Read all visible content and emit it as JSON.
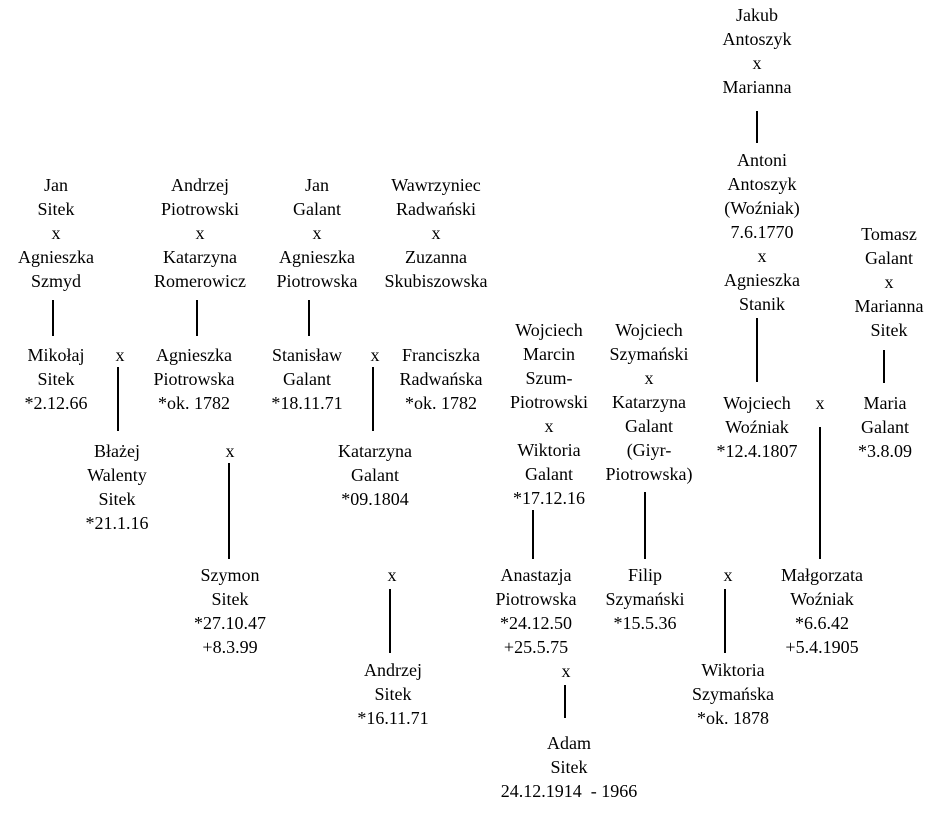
{
  "persons": {
    "jakub_antoszyk": "Jakub\nAntoszyk\nx\nMarianna",
    "antoni_antoszyk": "Antoni\nAntoszyk\n(Woźniak)\n7.6.1770\nx\nAgnieszka\nStanik",
    "tomasz_galant": "Tomasz\nGalant\nx\nMarianna\nSitek",
    "jan_sitek": "Jan\nSitek\nx\nAgnieszka\nSzmyd",
    "andrzej_piotrowski": "Andrzej\nPiotrowski\nx\nKatarzyna\nRomerowicz",
    "jan_galant": "Jan\nGalant\nx\nAgnieszka\nPiotrowska",
    "wawrzyniec_radwanski": "Wawrzyniec\nRadwański\nx\nZuzanna\nSkubiszowska",
    "mikolaj_sitek": "Mikołaj\nSitek\n*2.12.66",
    "agnieszka_piotrowska": "Agnieszka\nPiotrowska\n*ok. 1782",
    "stanislaw_galant": "Stanisław\nGalant\n*18.11.71",
    "franciszka_radwanska": "Franciszka\nRadwańska\n*ok. 1782",
    "wojciech_marcin": "Wojciech\nMarcin\nSzum-\nPiotrowski\nx\nWiktoria\nGalant\n*17.12.16",
    "wojciech_szymanski": "Wojciech\nSzymański\nx\nKatarzyna\nGalant\n(Giyr-\nPiotrowska)",
    "wojciech_wozniak": "Wojciech\nWoźniak\n*12.4.1807",
    "maria_galant": "Maria\nGalant\n*3.8.09",
    "blazej_sitek": "Błażej\nWalenty\nSitek\n*21.1.16",
    "katarzyna_galant": "Katarzyna\nGalant\n*09.1804",
    "szymon_sitek": "Szymon\nSitek\n*27.10.47\n+8.3.99",
    "anastazja_piotrowska": "Anastazja\nPiotrowska\n*24.12.50\n+25.5.75",
    "filip_szymanski": "Filip\nSzymański\n*15.5.36",
    "malgorzata_wozniak": "Małgorzata\nWoźniak\n*6.6.42\n+5.4.1905",
    "andrzej_sitek": "Andrzej\nSitek\n*16.11.71",
    "wiktoria_szymanska": "Wiktoria\nSzymańska\n*ok. 1878",
    "adam_sitek": "Adam\nSitek\n24.12.1914  - 1966"
  },
  "marriage_symbol": "x"
}
